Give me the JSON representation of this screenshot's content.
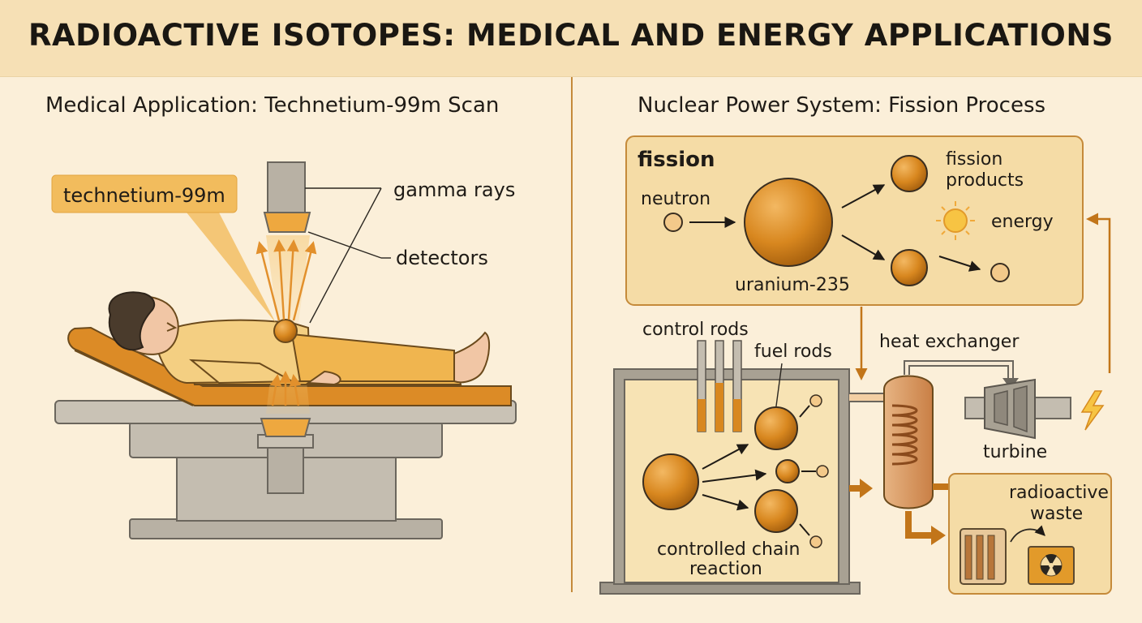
{
  "title": "RADIOACTIVE ISOTOPES: MEDICAL AND ENERGY APPLICATIONS",
  "medical": {
    "heading": "Medical Application: Technetium-99m Scan",
    "isotope_tag": "technetium-99m",
    "label_gamma": "gamma rays",
    "label_detectors": "detectors"
  },
  "nuclear": {
    "heading": "Nuclear Power System: Fission Process",
    "fission": {
      "box_title": "fission",
      "neutron": "neutron",
      "uranium": "uranium-235",
      "products_line1": "fission",
      "products_line2": "products",
      "energy": "energy"
    },
    "control_rods": "control rods",
    "fuel_rods": "fuel rods",
    "heat_exchanger": "heat exchanger",
    "turbine": "turbine",
    "chain_line1": "controlled chain",
    "chain_line2": "reaction",
    "waste_line1": "radioactive",
    "waste_line2": "waste"
  },
  "colors": {
    "accent": "#d98a26",
    "sphere": "#d8871f",
    "panel": "#f5dca6",
    "background": "#fbefd9",
    "machine": "#b8b1a4"
  }
}
